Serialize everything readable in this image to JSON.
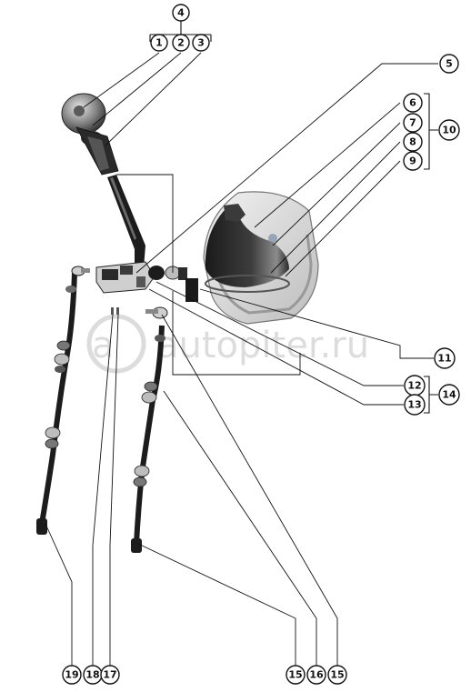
{
  "watermark": {
    "text": "autopiter.ru",
    "color": "#d9d9d9"
  },
  "callouts": {
    "c1": "1",
    "c2": "2",
    "c3": "3",
    "c4": "4",
    "c5": "5",
    "c6": "6",
    "c7": "7",
    "c8": "8",
    "c9": "9",
    "c10": "10",
    "c11": "11",
    "c12": "12",
    "c13": "13",
    "c14": "14",
    "c15a": "15",
    "c16": "16",
    "c15b": "15",
    "c17": "17",
    "c18": "18",
    "c19": "19"
  },
  "colors": {
    "line": "#111111",
    "part_dark": "#1c1c1c",
    "part_mid": "#6b6b6b",
    "part_light": "#cfcfcf"
  }
}
